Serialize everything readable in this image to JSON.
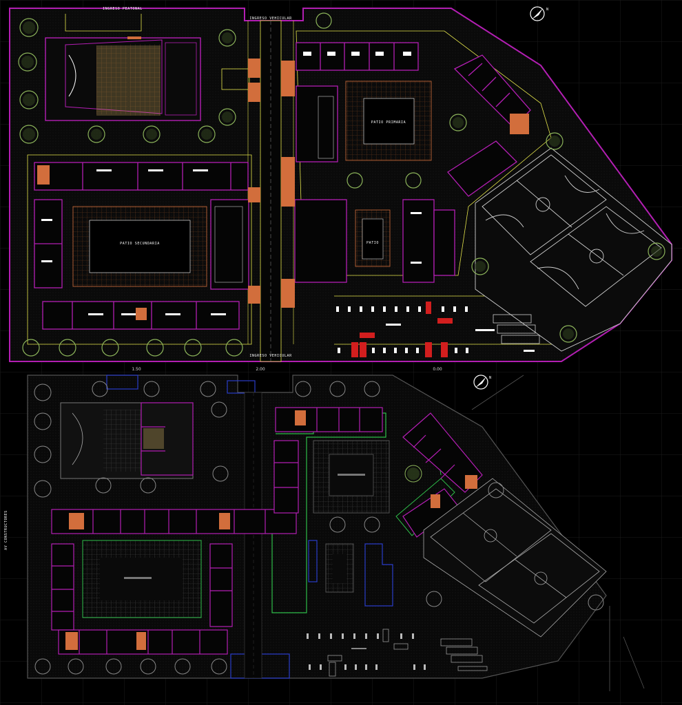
{
  "labels": {
    "acceso_peatonal": "INGRESO PEATONAL",
    "acceso_vehicular_top": "INGRESO VEHICULAR",
    "acceso_vehicular_bottom": "INGRESO VEHICULAR",
    "patio_primaria": "PATIO PRIMARIA",
    "patio_secundaria": "PATIO SECUNDARIA",
    "patio_small": "PATIO",
    "dim_left": "1.50",
    "dim_mid": "2.00",
    "dim_right": "0.00",
    "watermark": "AV CONSTRUCTORES",
    "north_symbol": "N"
  },
  "colors": {
    "background": "#000000",
    "outline": "#b41eb4",
    "grid": "#1c1c1c",
    "road": "#e6e64b",
    "stair": "#d26e3c",
    "tree": "#8cb45a",
    "court": "#cfcfcf",
    "car": "#d21e1e",
    "green_line": "#2fbf4a",
    "blue_line": "#2a3cc8",
    "gray_line": "#8a8a8a"
  }
}
